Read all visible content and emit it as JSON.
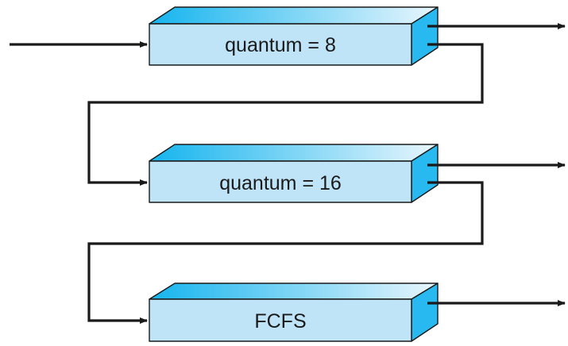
{
  "queues": [
    {
      "label": "quantum = 8"
    },
    {
      "label": "quantum = 16"
    },
    {
      "label": "FCFS"
    }
  ],
  "colors": {
    "face": "#bfe3f7",
    "top_light": "#e9f6fd",
    "top_dark": "#14b4ee",
    "side": "#27b9ef",
    "line": "#1a1a1a"
  }
}
